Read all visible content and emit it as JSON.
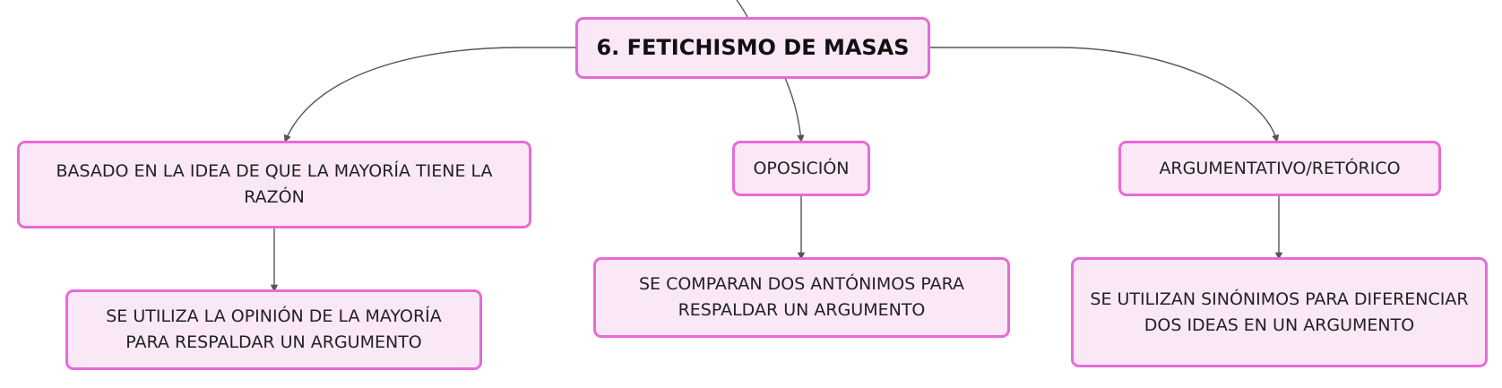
{
  "central_topic": {
    "label": "6. FETICHISMO DE MASAS"
  },
  "branches": [
    {
      "label": "BASADO EN LA IDEA DE QUE LA MAYORÍA TIENE LA RAZÓN",
      "child": "SE UTILIZA LA OPINIÓN DE LA MAYORÍA PARA RESPALDAR UN ARGUMENTO"
    },
    {
      "label": "OPOSICIÓN",
      "child": "SE COMPARAN DOS ANTÓNIMOS PARA RESPALDAR UN ARGUMENTO"
    },
    {
      "label": "ARGUMENTATIVO/RETÓRICO",
      "child": "SE UTILIZAN SINÓNIMOS PARA DIFERENCIAR DOS IDEAS EN UN ARGUMENTO"
    }
  ],
  "colors": {
    "node_fill": "#fbe8f7",
    "node_border": "#e86ad6",
    "connector": "#555555"
  }
}
